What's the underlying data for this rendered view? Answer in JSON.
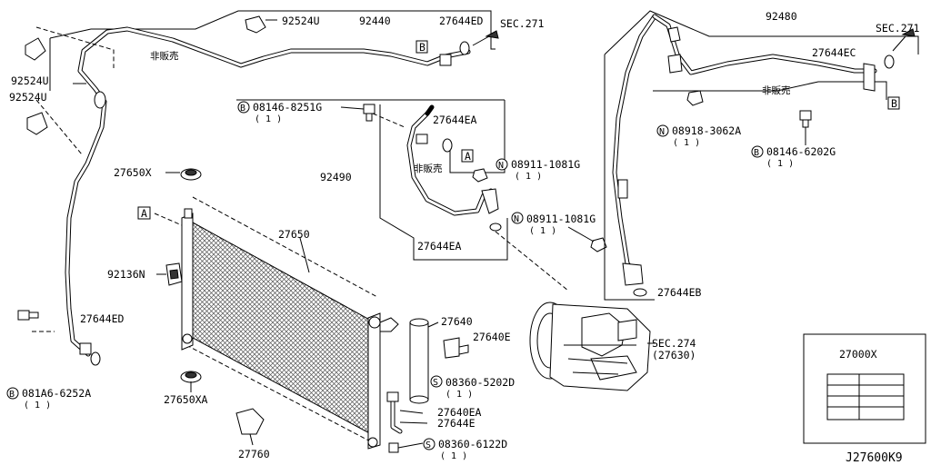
{
  "diagram_code": "J27600K9",
  "labels": {
    "p92524u_top": "92524U",
    "p92440": "92440",
    "p27644ed_top": "27644ED",
    "sec271_left": "SEC.271",
    "box_b_left": "B",
    "p92524u_l1": "92524U",
    "p92524u_l2": "92524U",
    "p08146_8251g": "08146-8251G",
    "p08146_8251g_bolt": "B",
    "p08146_8251g_qty": "( 1 )",
    "p27644ea_top": "27644EA",
    "box_a_mid": "A",
    "p92490": "92490",
    "p08911_a": "08911-1081G",
    "p08911_a_nut": "N",
    "p08911_a_qty": "( 1 )",
    "p27650x": "27650X",
    "box_a_left": "A",
    "p27650": "27650",
    "p08911_b": "08911-1081G",
    "p08911_b_nut": "N",
    "p08911_b_qty": "( 1 )",
    "p27644ea_bot": "27644EA",
    "p92136n": "92136N",
    "p27644ed_bot": "27644ED",
    "p27640": "27640",
    "p27640e": "27640E",
    "p08360_5202d": "08360-5202D",
    "p08360_5202d_screw": "S",
    "p08360_5202d_qty": "( 1 )",
    "p081a6": "081A6-6252A",
    "p081a6_bolt": "B",
    "p081a6_qty": "( 1 )",
    "p27650xa": "27650XA",
    "p27640ea": "27640EA",
    "p27644e": "27644E",
    "p27760": "27760",
    "p08360_6122d": "08360-6122D",
    "p08360_6122d_screw": "S",
    "p08360_6122d_qty": "( 1 )",
    "p92480": "92480",
    "sec271_right": "SEC.271",
    "p27644ec": "27644EC",
    "p08918": "08918-3062A",
    "p08918_nut": "N",
    "p08918_qty": "( 1 )",
    "box_b_right": "B",
    "p08146_6202g": "08146-6202G",
    "p08146_6202g_bolt": "B",
    "p08146_6202g_qty": "( 1 )",
    "p27644eb": "27644EB",
    "sec274": "SEC.274",
    "sec274_sub": "(27630)",
    "p27000x": "27000X"
  },
  "not_for_sale": [
    "非販売",
    "非販売",
    "非販売"
  ]
}
